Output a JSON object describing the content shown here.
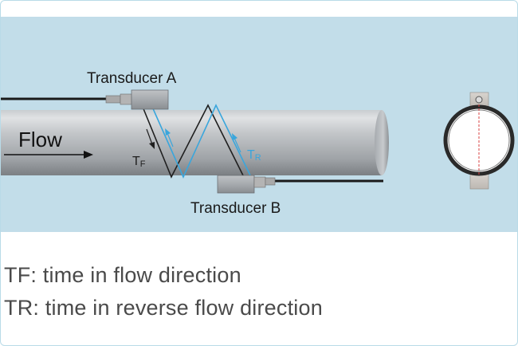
{
  "labels": {
    "transducer_a": "Transducer A",
    "transducer_b": "Transducer B",
    "flow": "Flow",
    "tf": {
      "main": "T",
      "sub": "F"
    },
    "tr": {
      "main": "T",
      "sub": "R"
    }
  },
  "legend": [
    "TF: time in flow direction",
    "TR: time in reverse flow direction"
  ],
  "colors": {
    "panel": "#c2dde9",
    "signal_forward": "#1f1f1f",
    "signal_reverse": "#3aa6dc",
    "text": "#4a4a4a"
  }
}
